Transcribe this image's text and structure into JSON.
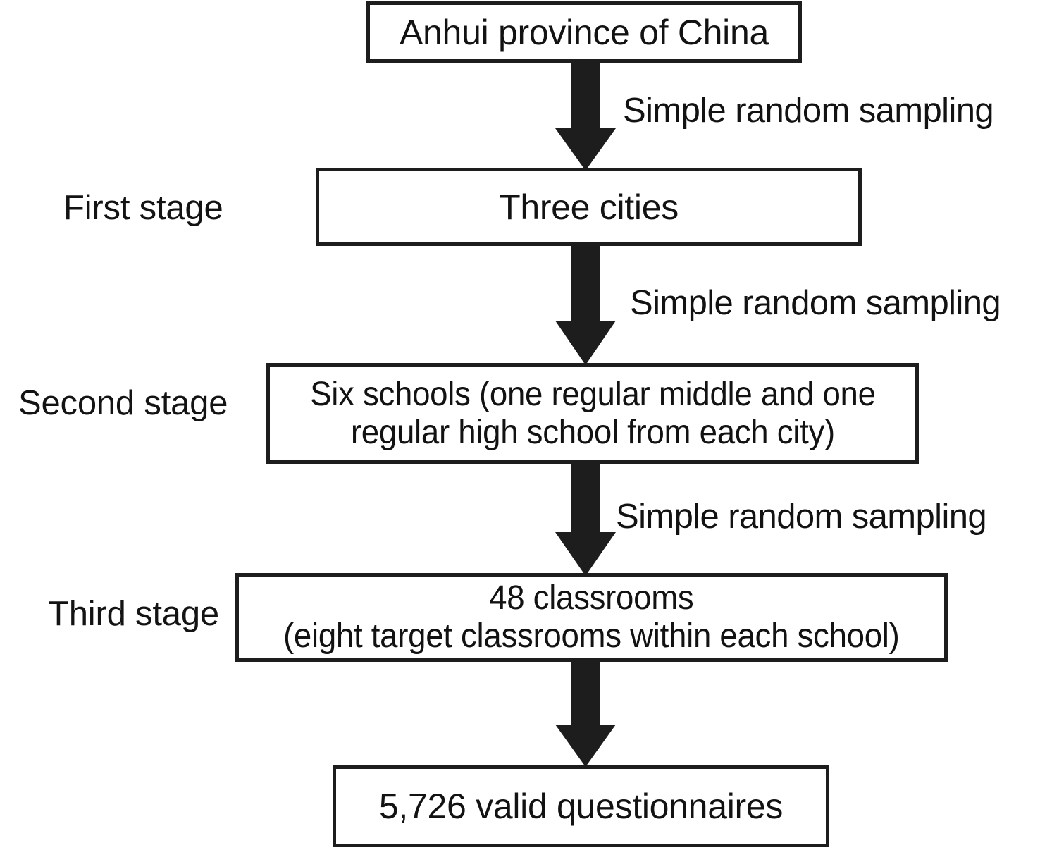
{
  "diagram": {
    "title": "Three-stage sampling flowchart",
    "ink_color": "#1d1d1d",
    "background_color": "#ffffff",
    "nodes": [
      {
        "id": "province",
        "text": "Anhui province of China"
      },
      {
        "id": "cities",
        "text": "Three cities"
      },
      {
        "id": "schools",
        "text": "Six schools (one regular middle and one\nregular high school from each city)"
      },
      {
        "id": "classrooms",
        "text": "48 classrooms\n(eight target classrooms within each school)"
      },
      {
        "id": "questionnaires",
        "text": "5,726 valid questionnaires"
      }
    ],
    "stage_labels": [
      {
        "id": "first",
        "text": "First stage"
      },
      {
        "id": "second",
        "text": "Second stage"
      },
      {
        "id": "third",
        "text": "Third stage"
      }
    ],
    "arrow_labels": [
      {
        "id": "arrow-label-1",
        "text": "Simple random sampling"
      },
      {
        "id": "arrow-label-2",
        "text": "Simple random sampling"
      },
      {
        "id": "arrow-label-3",
        "text": "Simple random sampling"
      }
    ],
    "arrows": [
      {
        "id": "arrow-1",
        "from": "province",
        "to": "cities",
        "icon": "down-arrow-icon",
        "label": "Simple random sampling"
      },
      {
        "id": "arrow-2",
        "from": "cities",
        "to": "schools",
        "icon": "down-arrow-icon",
        "label": "Simple random sampling"
      },
      {
        "id": "arrow-3",
        "from": "schools",
        "to": "classrooms",
        "icon": "down-arrow-icon",
        "label": "Simple random sampling"
      },
      {
        "id": "arrow-4",
        "from": "classrooms",
        "to": "questionnaires",
        "icon": "down-arrow-icon",
        "label": ""
      }
    ]
  }
}
